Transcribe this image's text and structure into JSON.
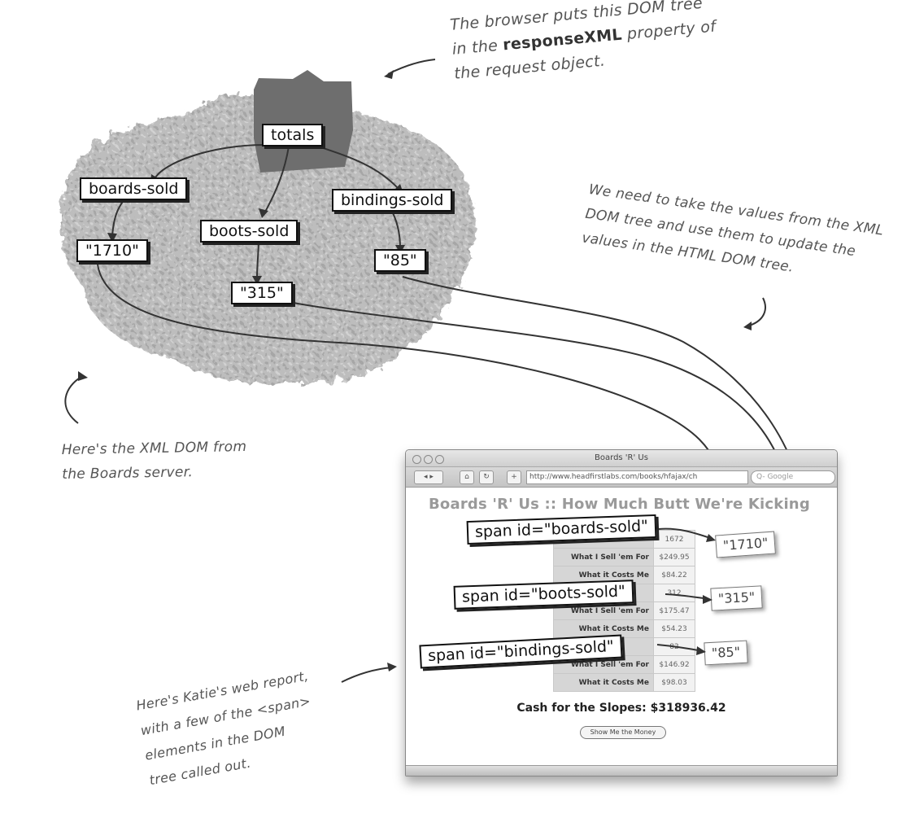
{
  "annotations": {
    "browser_dom": {
      "line1": "The browser puts this DOM tree",
      "line2_pre": "in the ",
      "line2_bold": "responseXML",
      "line2_post": " property of",
      "line3": "the request object."
    },
    "take_values": {
      "line1": "We need to take the values from the XML",
      "line2": "DOM tree and use them to update the",
      "line3": "values in the HTML DOM tree."
    },
    "xml_dom": {
      "line1": "Here's the XML DOM from",
      "line2": "the Boards server."
    },
    "web_report": {
      "line1": "Here's Katie's web report,",
      "line2": "with a few of the <span>",
      "line3": "elements in the DOM",
      "line4": "tree called out."
    }
  },
  "xml_tree": {
    "root": "totals",
    "boards_sold": "boards-sold",
    "boots_sold": "boots-sold",
    "bindings_sold": "bindings-sold",
    "boards_value": "\"1710\"",
    "boots_value": "\"315\"",
    "bindings_value": "\"85\""
  },
  "browser": {
    "window_title": "Boards 'R' Us",
    "url": "http://www.headfirstlabs.com/books/hfajax/ch",
    "search_placeholder": "Q- Google",
    "page_heading": "Boards 'R' Us :: How Much Butt We're Kicking",
    "rows": [
      {
        "label": "",
        "value": "1672"
      },
      {
        "label": "What I Sell 'em For",
        "value": "$249.95"
      },
      {
        "label": "What it Costs Me",
        "value": "$84.22"
      },
      {
        "label": "",
        "value": "312"
      },
      {
        "label": "What I Sell 'em For",
        "value": "$175.47"
      },
      {
        "label": "What it Costs Me",
        "value": "$54.23"
      },
      {
        "label": "",
        "value": "82"
      },
      {
        "label": "What I Sell 'em For",
        "value": "$146.92"
      },
      {
        "label": "What it Costs Me",
        "value": "$98.03"
      }
    ],
    "cash_line": "Cash for the Slopes: $318936.42",
    "button_label": "Show Me the Money"
  },
  "callouts": {
    "boards": "span id=\"boards-sold\"",
    "boots": "span id=\"boots-sold\"",
    "bindings": "span id=\"bindings-sold\""
  },
  "value_tags": {
    "boards": "\"1710\"",
    "boots": "\"315\"",
    "bindings": "\"85\""
  }
}
